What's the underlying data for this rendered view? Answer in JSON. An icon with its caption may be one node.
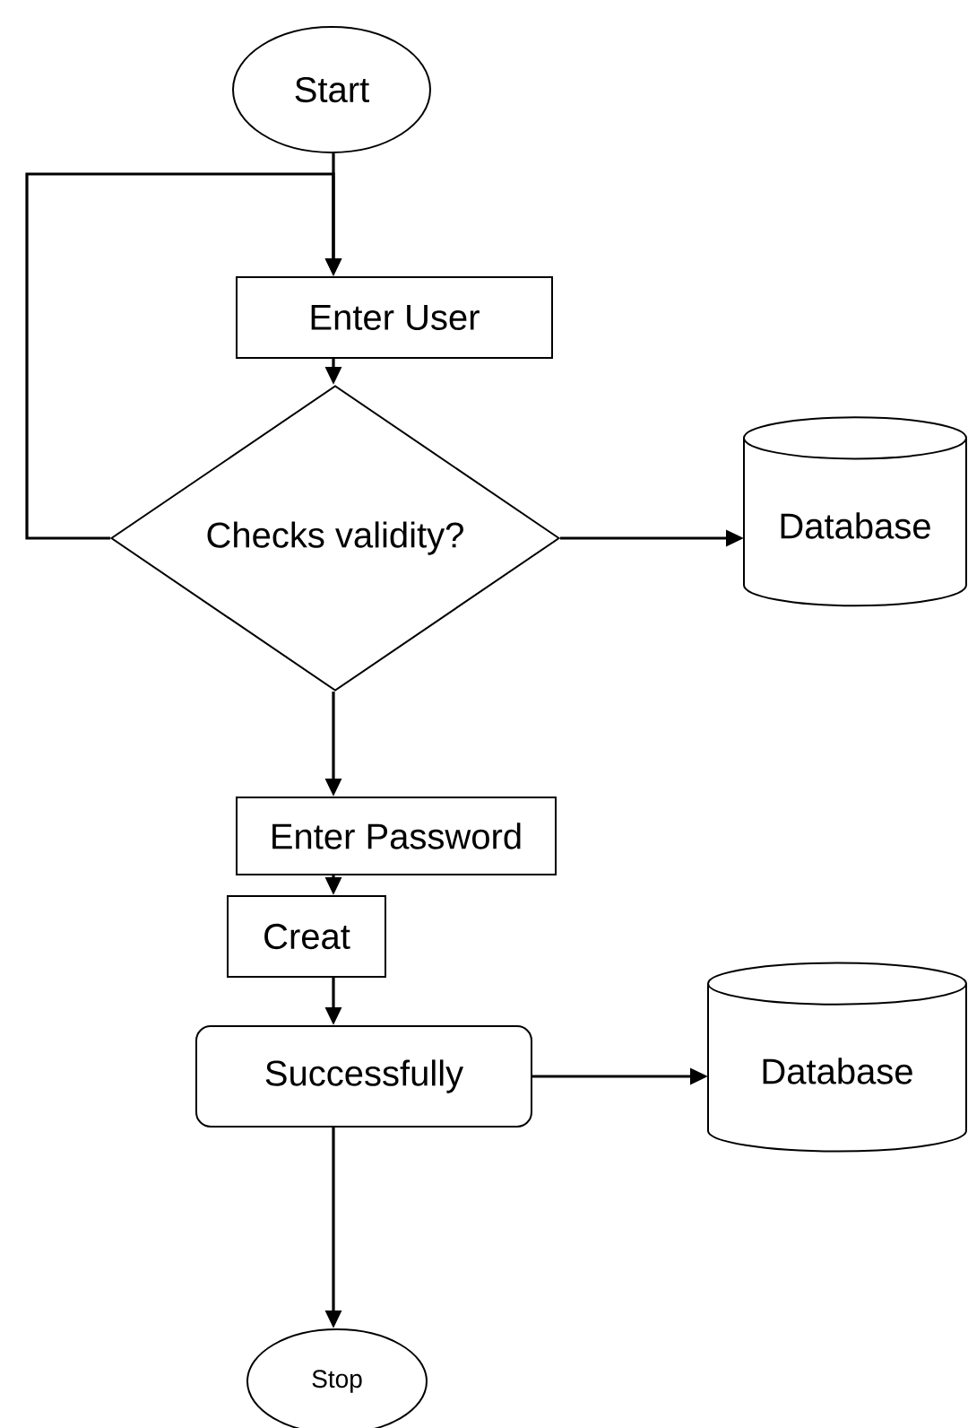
{
  "diagram": {
    "nodes": [
      {
        "text": [
          "Start"
        ]
      },
      {
        "text": [
          "Enter User"
        ]
      },
      {
        "text": [
          "Checks validity?"
        ]
      },
      {
        "text": [
          "Database"
        ]
      },
      {
        "text": [
          "Enter Password"
        ]
      },
      {
        "text": [
          "Creat"
        ]
      },
      {
        "text": [
          "Successfully"
        ]
      },
      {
        "text": [
          "Database"
        ]
      },
      {
        "text": [
          "Stop"
        ]
      }
    ],
    "edges": [
      {
        "from": 0,
        "to": 1,
        "arrow": "to"
      },
      {
        "from": 1,
        "to": 2,
        "arrow": "to"
      },
      {
        "from": 2,
        "to": 1,
        "arrow": "to"
      },
      {
        "from": 2,
        "to": 3,
        "arrow": "to"
      },
      {
        "from": 2,
        "to": 4,
        "arrow": "to"
      },
      {
        "from": 4,
        "to": 5,
        "arrow": "to"
      },
      {
        "from": 5,
        "to": 6,
        "arrow": "to"
      },
      {
        "from": 6,
        "to": 7,
        "arrow": "to"
      },
      {
        "from": 6,
        "to": 8,
        "arrow": "to"
      }
    ]
  }
}
